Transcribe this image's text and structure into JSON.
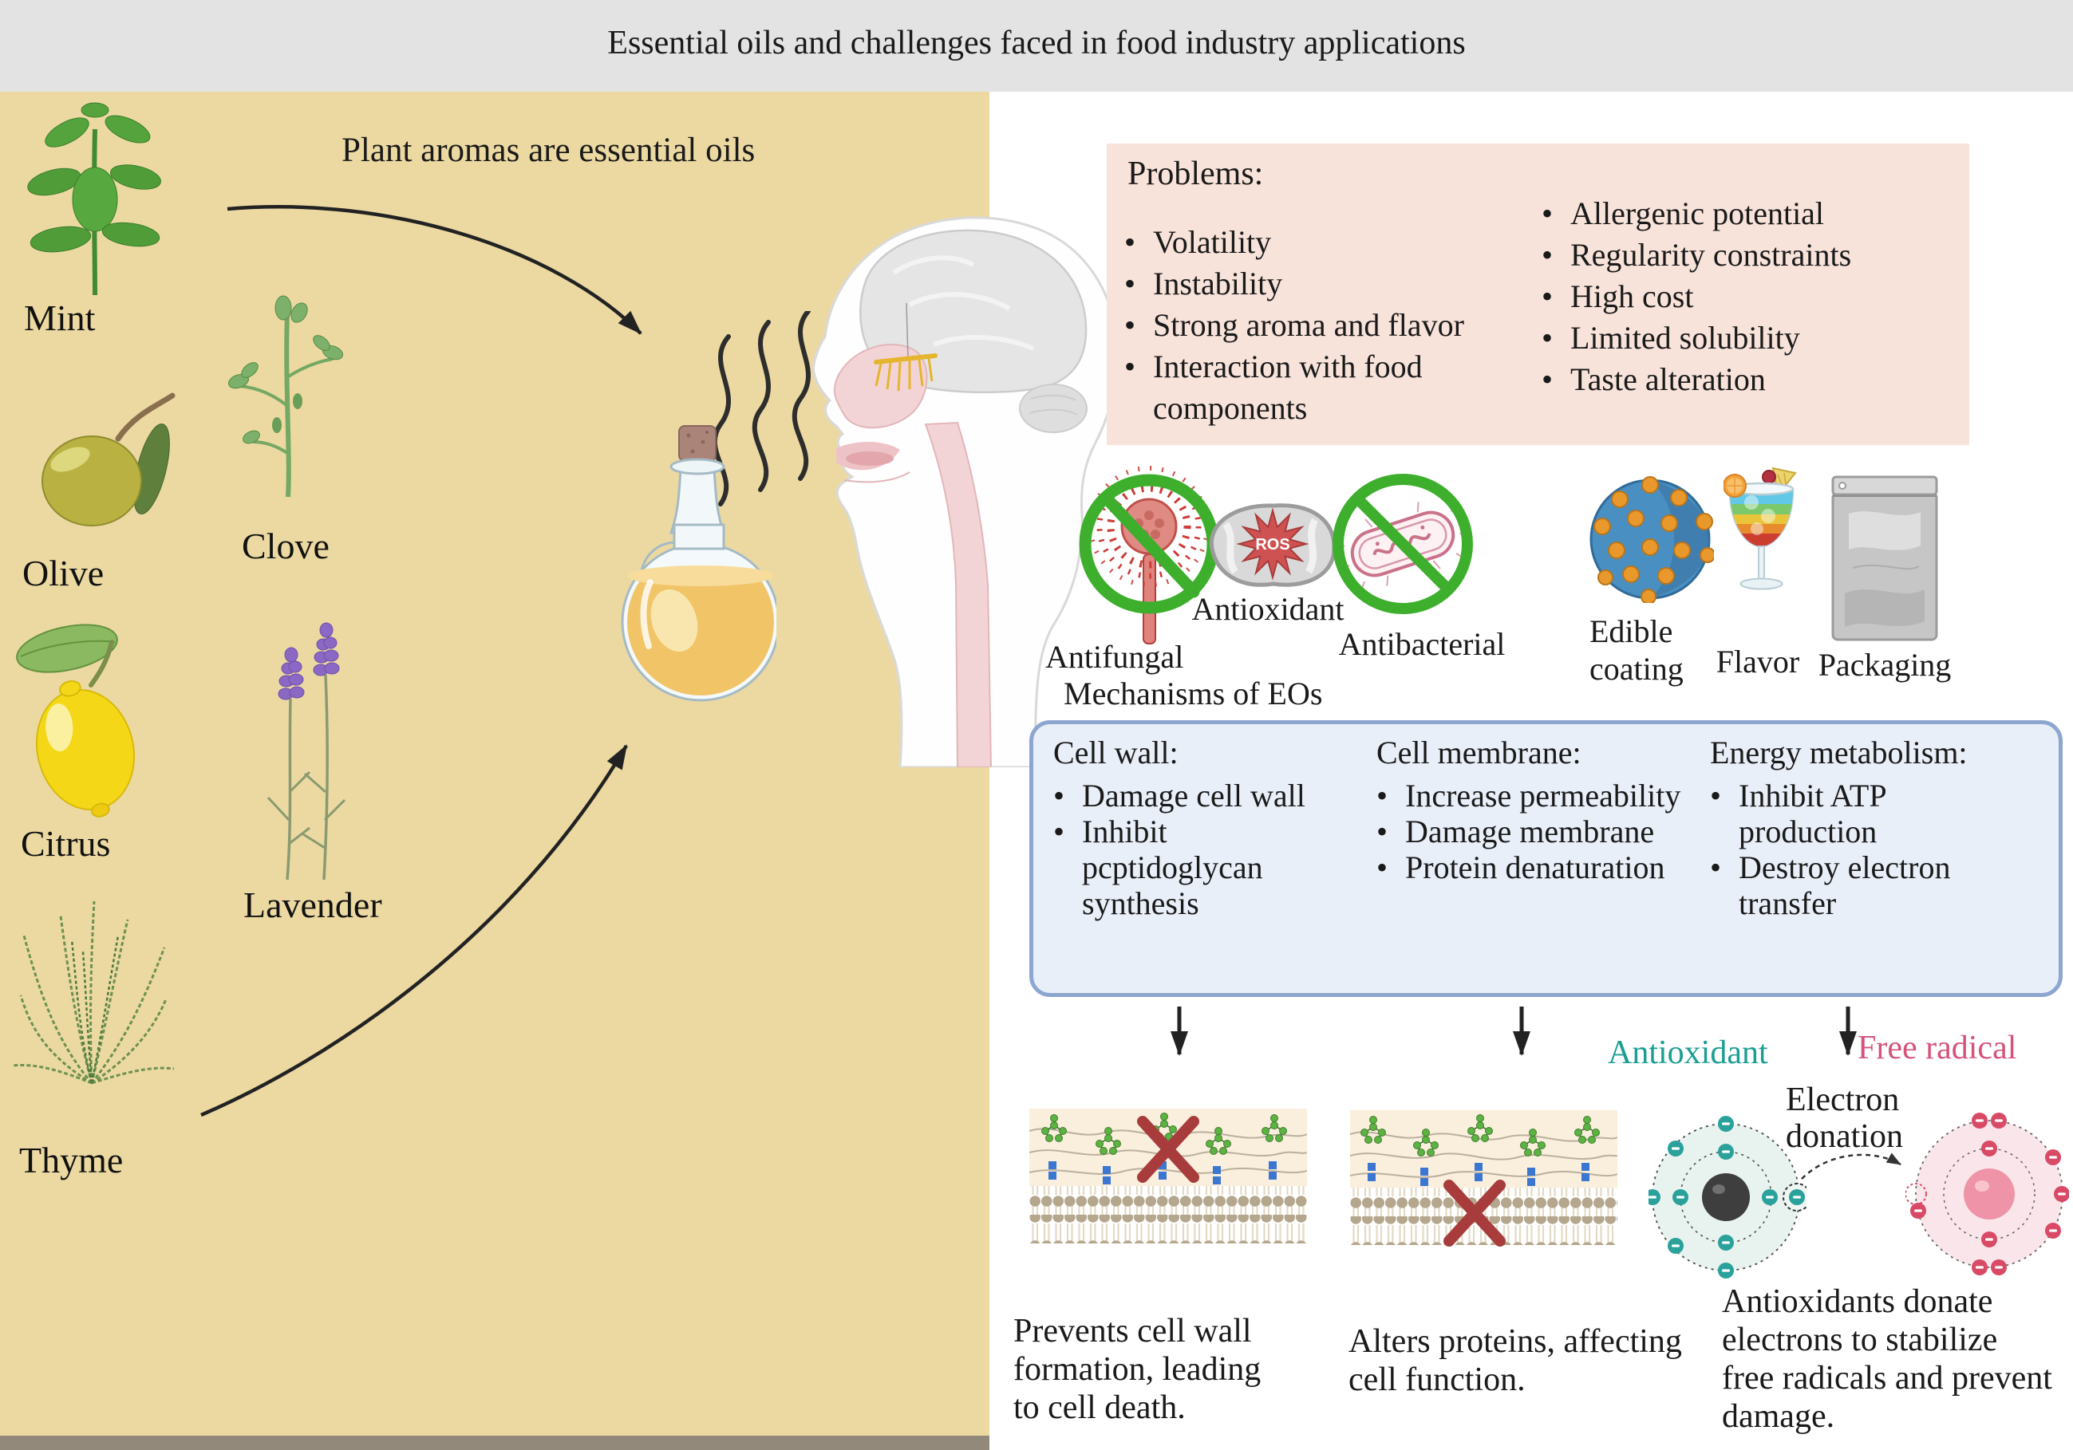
{
  "title": "Essential oils and challenges faced in food industry applications",
  "left_panel": {
    "caption": "Plant aromas are essential oils",
    "plants": [
      "Mint",
      "Olive",
      "Clove",
      "Citrus",
      "Lavender",
      "Thyme"
    ]
  },
  "problems": {
    "heading": "Problems:",
    "column1": [
      "Volatility",
      "Instability",
      "Strong aroma and flavor",
      "Interaction with food components"
    ],
    "column2": [
      "Allergenic potential",
      "Regularity constraints",
      "High cost",
      "Limited solubility",
      "Taste alteration"
    ]
  },
  "applications": {
    "antifungal": "Antifungal",
    "antioxidant": "Antioxidant",
    "antibacterial": "Antibacterial",
    "edible_coating": "Edible coating",
    "flavor": "Flavor",
    "packaging": "Packaging",
    "ros_badge": "ROS"
  },
  "mechanisms": {
    "heading": "Mechanisms of EOs",
    "cell_wall": {
      "title": "Cell wall:",
      "bullets": [
        "Damage cell wall",
        "Inhibit pcptidoglycan synthesis"
      ]
    },
    "cell_membrane": {
      "title": "Cell membrane:",
      "bullets": [
        "Increase permeability",
        "Damage membrane",
        "Protein denaturation"
      ]
    },
    "energy_metabolism": {
      "title": "Energy metabolism:",
      "bullets": [
        "Inhibit ATP production",
        "Destroy electron transfer"
      ]
    }
  },
  "outcomes": {
    "antioxidant_label": "Antioxidant",
    "free_radical_label": "Free radical",
    "electron_donation_label": "Electron donation",
    "cell_wall_caption": "Prevents cell wall formation, leading to cell death.",
    "membrane_caption": "Alters proteins, affecting cell function.",
    "antioxidant_caption": "Antioxidants donate electrons to stabilize free radicals and prevent damage."
  },
  "colors": {
    "panel_tan": "#ecd9a2",
    "problems_pink": "#f8e3da",
    "mechanisms_blue_bg": "#e9eff9",
    "mechanisms_blue_border": "#8da6d0",
    "antioxidant_teal": "#1b9e93",
    "free_radical_pink": "#d4537a",
    "prohibition_green": "#3daf2c",
    "cross_red": "#a83c3c"
  }
}
